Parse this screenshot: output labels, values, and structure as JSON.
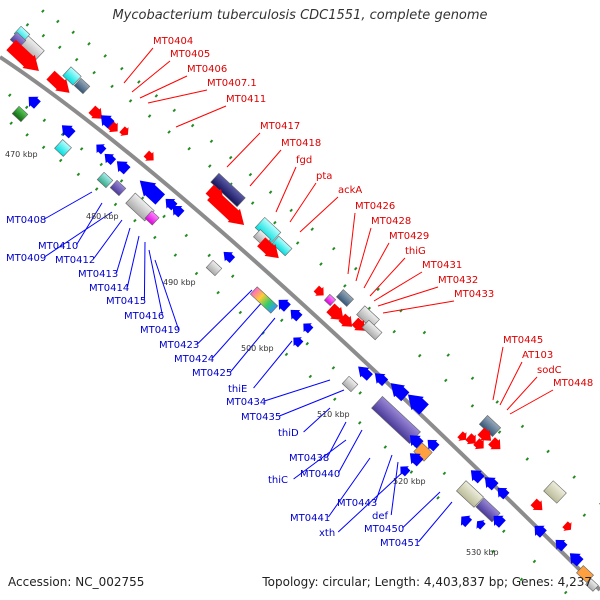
{
  "title": "Mycobacterium tuberculosis CDC1551, complete genome",
  "accession": "Accession: NC_002755",
  "summary": "Topology: circular; Length: 4,403,837 bp; Genes: 4,237",
  "colors": {
    "forward": "#ff0000",
    "reverse": "#0000ff",
    "backbone": "#8c8c8c",
    "tick": "#228b22",
    "label_forward": "#dd0000",
    "label_reverse": "#0000cc"
  },
  "scale_labels": [
    "470 kbp",
    "480 kbp",
    "490 kbp",
    "500 kbp",
    "510 kbp",
    "520 kbp",
    "530 kbp"
  ],
  "forward_gene_labels": [
    "MT0404",
    "MT0405",
    "MT0406",
    "MT0407.1",
    "MT0411",
    "MT0417",
    "MT0418",
    "fgd",
    "pta",
    "ackA",
    "MT0426",
    "MT0428",
    "MT0429",
    "thiG",
    "MT0431",
    "MT0432",
    "MT0433",
    "MT0445",
    "AT103",
    "sodC",
    "MT0448"
  ],
  "reverse_gene_labels": [
    "MT0408",
    "MT0410",
    "MT0409",
    "MT0412",
    "MT0413",
    "MT0414",
    "MT0415",
    "MT0416",
    "MT0419",
    "MT0423",
    "MT0424",
    "MT0425",
    "thiE",
    "MT0434",
    "MT0435",
    "thiD",
    "MT0438",
    "MT0440",
    "thiC",
    "MT0443",
    "MT0441",
    "def",
    "xth",
    "MT0450",
    "MT0451"
  ]
}
